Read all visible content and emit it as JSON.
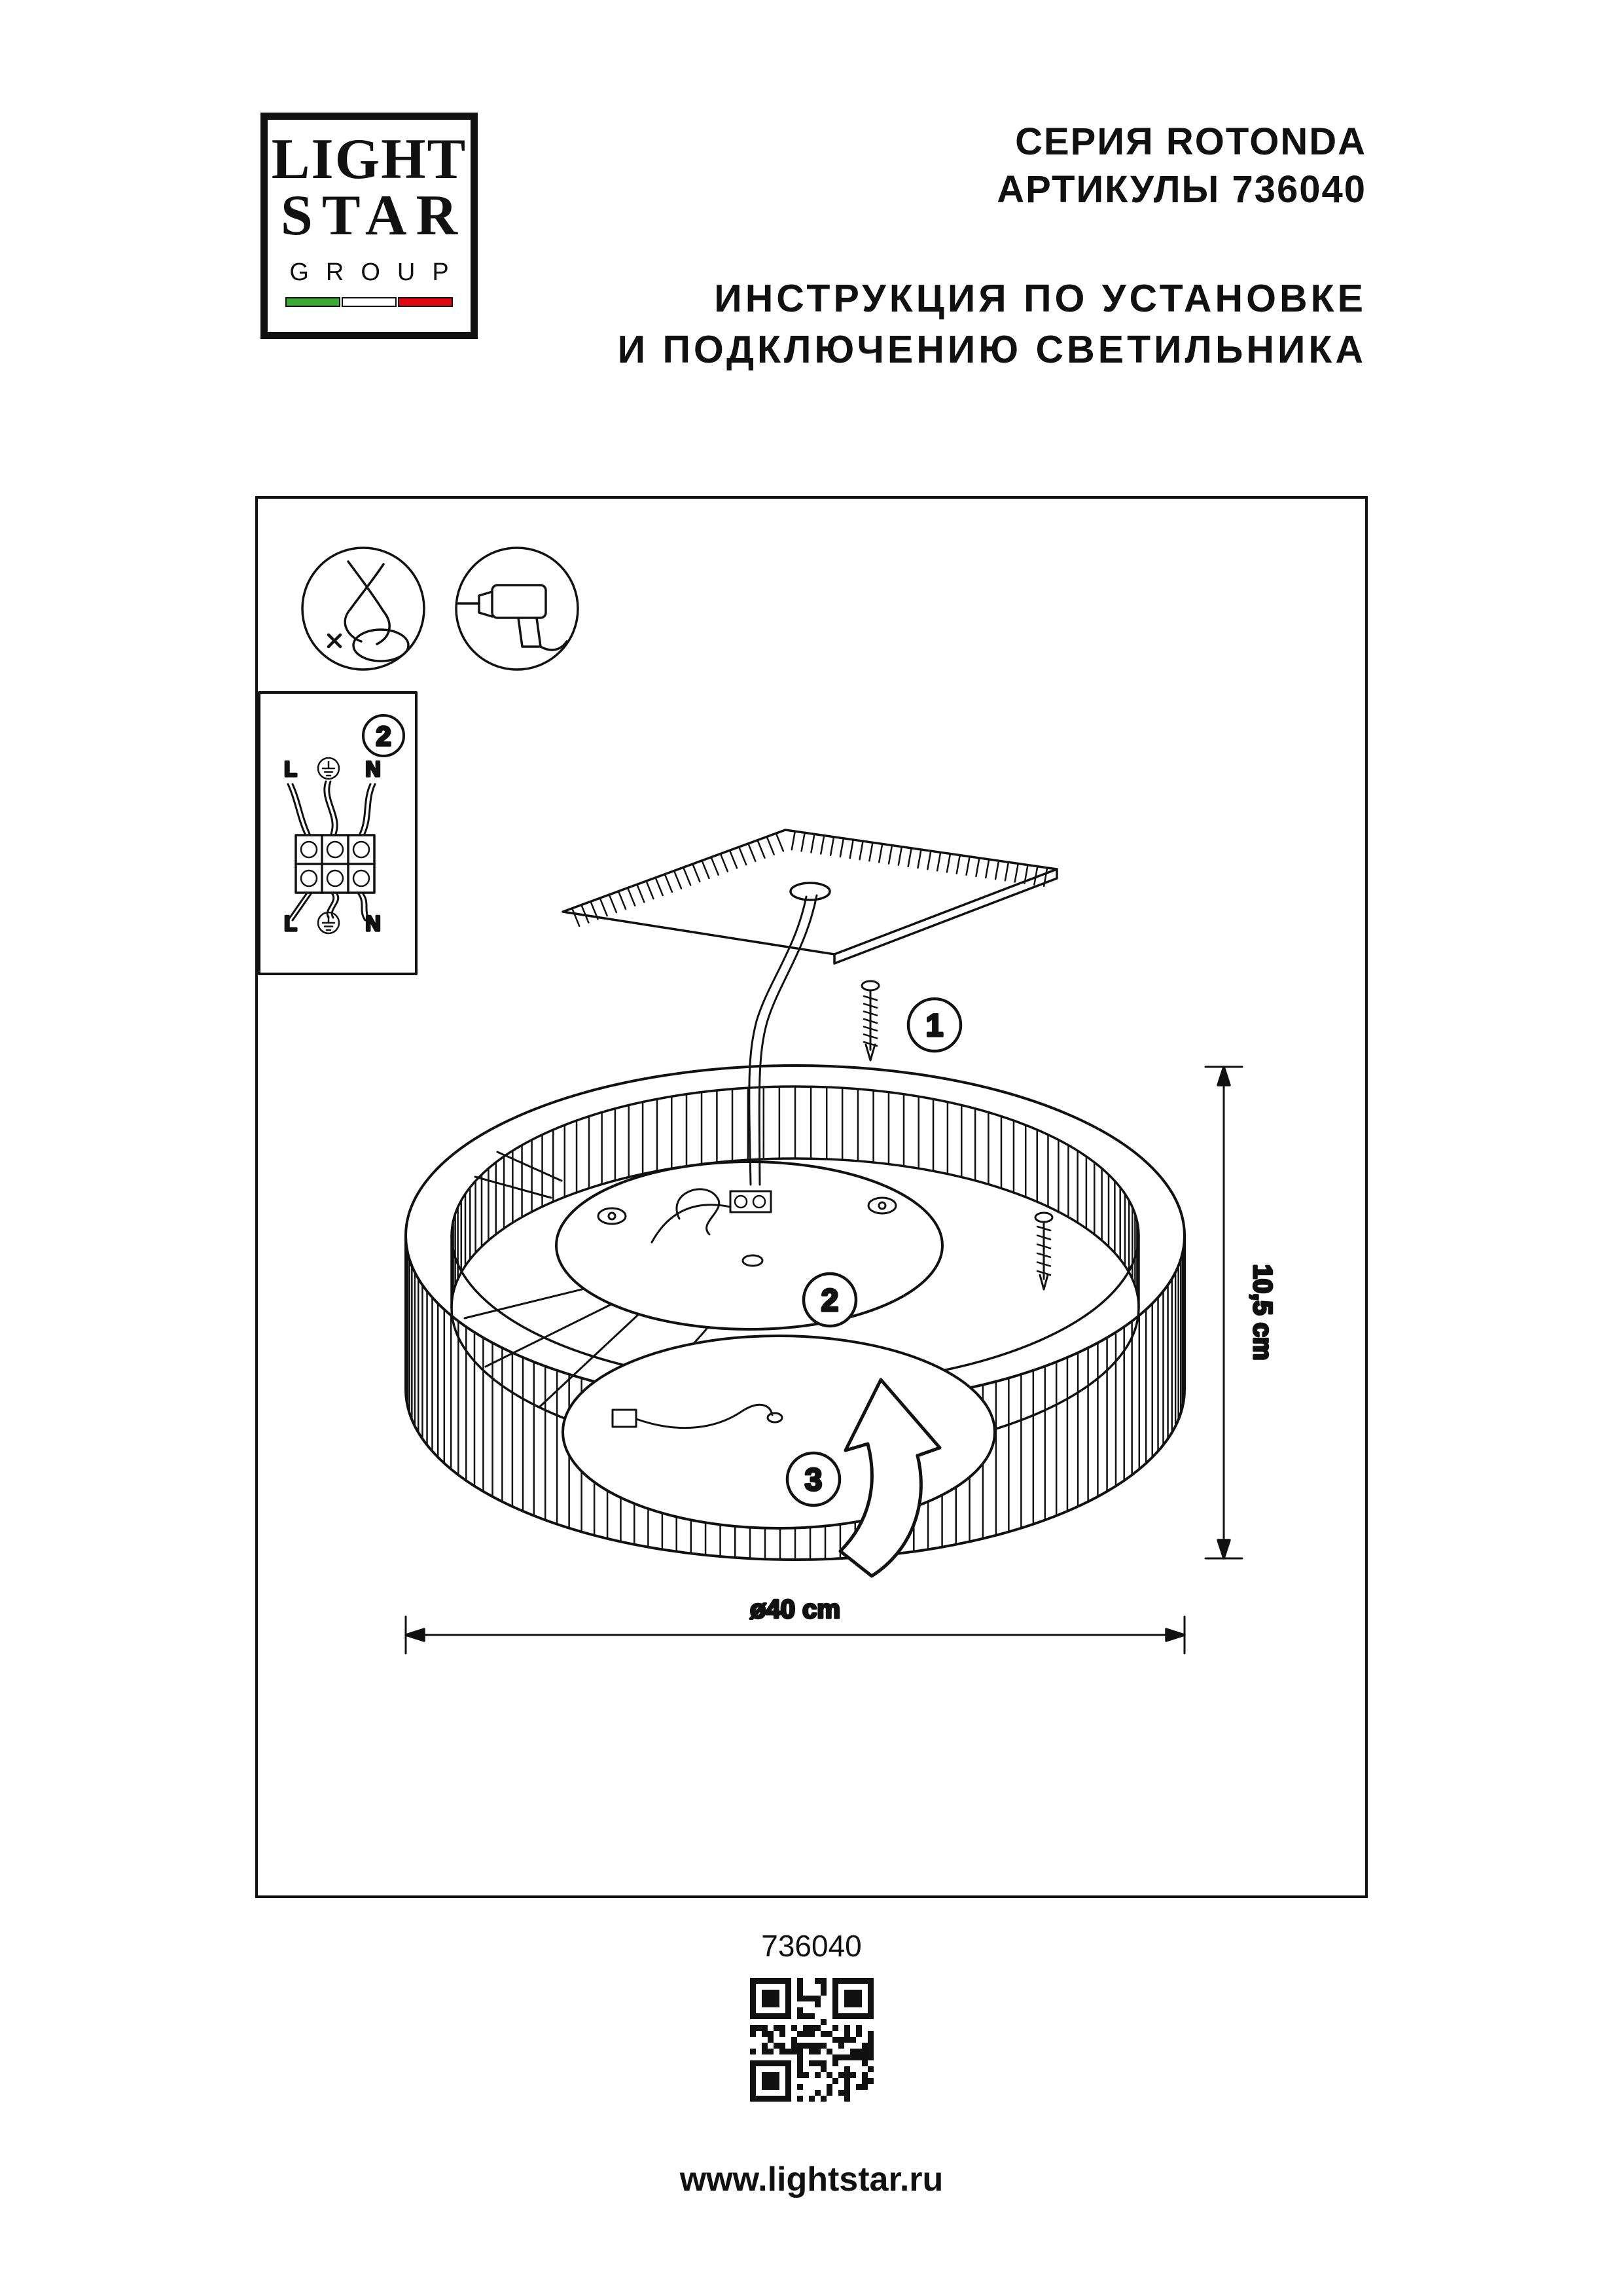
{
  "logo": {
    "line1": "LIGHT",
    "line2": "STAR",
    "line3": "GROUP",
    "flag_colors": [
      "#3aaa35",
      "#ffffff",
      "#e30613"
    ]
  },
  "header": {
    "series": "СЕРИЯ ROTONDA",
    "articles": "АРТИКУЛЫ 736040",
    "title_line1": "ИНСТРУКЦИЯ ПО УСТАНОВКЕ",
    "title_line2": "И ПОДКЛЮЧЕНИЮ СВЕТИЛЬНИКА"
  },
  "diagram": {
    "steps": {
      "step1": "1",
      "step2": "2",
      "step3": "3"
    },
    "wiring": {
      "step": "2",
      "top_left": "L",
      "top_right": "N",
      "bottom_left": "L",
      "bottom_right": "N"
    },
    "dimensions": {
      "height": "10,5 cm",
      "diameter": "ø40 cm"
    },
    "icons": [
      "wire-cutter-icon",
      "drill-icon",
      "earth-icon",
      "screw-icon",
      "rotate-up-arrow"
    ]
  },
  "footer": {
    "article": "736040",
    "url": "www.lightstar.ru"
  },
  "colors": {
    "line": "#111111"
  }
}
